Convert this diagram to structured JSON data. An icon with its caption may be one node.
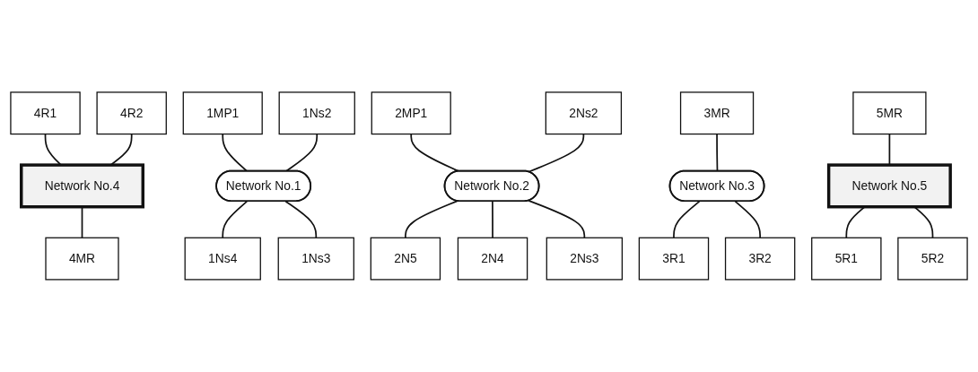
{
  "diagram": {
    "nodes": [
      {
        "text": [
          "4R1"
        ]
      },
      {
        "text": [
          "4R2"
        ]
      },
      {
        "text": [
          "Network No.4"
        ]
      },
      {
        "text": [
          "1MP1"
        ]
      },
      {
        "text": [
          "1Ns2"
        ]
      },
      {
        "text": [
          "2MP1"
        ]
      },
      {
        "text": [
          "2Ns2"
        ]
      },
      {
        "text": [
          "4MR"
        ]
      },
      {
        "text": [
          "Network No.1"
        ]
      },
      {
        "text": [
          "Network No.2"
        ]
      },
      {
        "text": [
          "3MR"
        ]
      },
      {
        "text": [
          "1Ns4"
        ]
      },
      {
        "text": [
          "1Ns3"
        ]
      },
      {
        "text": [
          "2N5"
        ]
      },
      {
        "text": [
          "2N4"
        ]
      },
      {
        "text": [
          "2Ns3"
        ]
      },
      {
        "text": [
          "5MR"
        ]
      },
      {
        "text": [
          "Network No.5"
        ]
      },
      {
        "text": [
          "Network No.3"
        ]
      },
      {
        "text": [
          "5R1"
        ]
      },
      {
        "text": [
          "5R2"
        ]
      },
      {
        "text": [
          "3R1"
        ]
      },
      {
        "text": [
          "3R2"
        ]
      }
    ],
    "edges": [
      {
        "from": 3,
        "to": 8,
        "arrow": "none"
      },
      {
        "from": 4,
        "to": 8,
        "arrow": "none"
      },
      {
        "from": 8,
        "to": 11,
        "arrow": "none"
      },
      {
        "from": 8,
        "to": 12,
        "arrow": "none"
      },
      {
        "from": 5,
        "to": 9,
        "arrow": "none"
      },
      {
        "from": 6,
        "to": 9,
        "arrow": "none"
      },
      {
        "from": 9,
        "to": 13,
        "arrow": "none"
      },
      {
        "from": 9,
        "to": 14,
        "arrow": "none"
      },
      {
        "from": 9,
        "to": 15,
        "arrow": "none"
      },
      {
        "from": 10,
        "to": 18,
        "arrow": "none"
      },
      {
        "from": 18,
        "to": 21,
        "arrow": "none"
      },
      {
        "from": 18,
        "to": 22,
        "arrow": "none"
      },
      {
        "from": 0,
        "to": 2,
        "arrow": "none"
      },
      {
        "from": 1,
        "to": 2,
        "arrow": "none"
      },
      {
        "from": 2,
        "to": 7,
        "arrow": "none"
      },
      {
        "from": 16,
        "to": 17,
        "arrow": "none"
      },
      {
        "from": 17,
        "to": 19,
        "arrow": "none"
      },
      {
        "from": 17,
        "to": 20,
        "arrow": "none"
      }
    ]
  }
}
